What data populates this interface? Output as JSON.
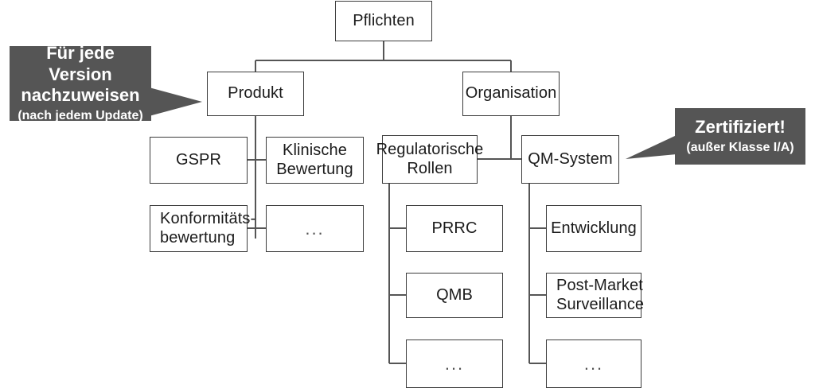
{
  "diagram": {
    "title": "Pflichten",
    "root": {
      "label": "Pflichten"
    },
    "branches": {
      "produkt": {
        "label": "Produkt"
      },
      "organisation": {
        "label": "Organisation"
      }
    },
    "produkt_children": [
      {
        "label": "GSPR"
      },
      {
        "label": "Klinische\nBewertung"
      },
      {
        "label": "Konformitäts-\nbewertung"
      },
      {
        "label": "..."
      }
    ],
    "organisation_children": [
      {
        "label": "Regulatorische\nRollen"
      },
      {
        "label": "QM-System"
      }
    ],
    "rollen_children": [
      {
        "label": "PRRC"
      },
      {
        "label": "QMB"
      },
      {
        "label": "..."
      }
    ],
    "qm_children": [
      {
        "label": "Entwicklung"
      },
      {
        "label": "Post-Market\nSurveillance"
      },
      {
        "label": "..."
      }
    ]
  },
  "callouts": {
    "left": {
      "line1": "Für jede Version\nnachzuweisen",
      "line2": "(nach jedem Update)"
    },
    "right": {
      "line1": "Zertifiziert!",
      "line2": "(außer Klasse I/A)"
    }
  },
  "colors": {
    "callout_bg": "#555555",
    "callout_text": "#ffffff",
    "node_border": "#3c3c3c",
    "node_bg": "#ffffff",
    "edge": "#555555",
    "page_bg": "#ffffff"
  }
}
